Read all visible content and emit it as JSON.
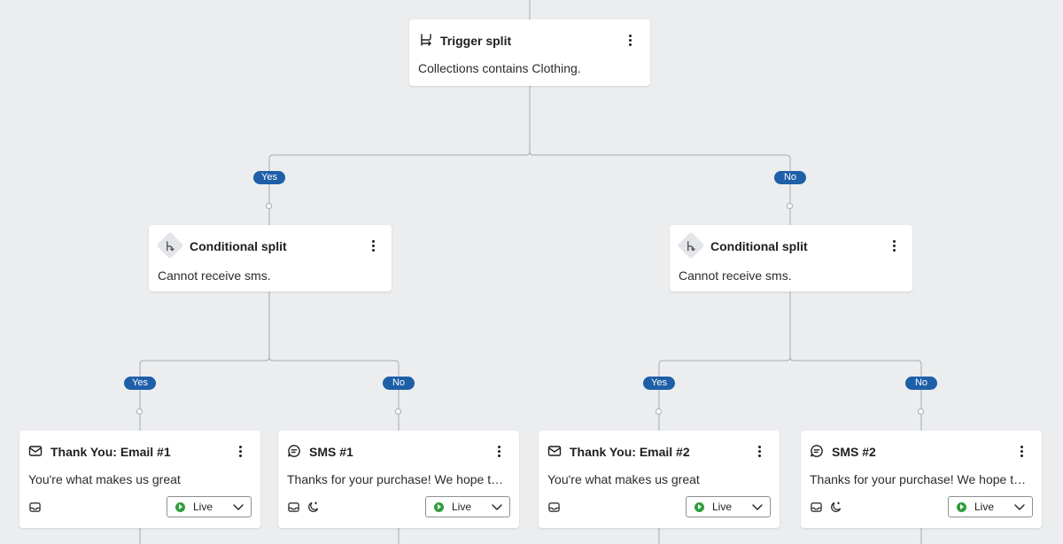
{
  "trigger": {
    "title": "Trigger split",
    "description": "Collections contains Clothing.",
    "icon": "trigger-split-icon"
  },
  "conditional_splits": [
    {
      "title": "Conditional split",
      "description": "Cannot receive sms.",
      "icon": "conditional-split-icon"
    },
    {
      "title": "Conditional split",
      "description": "Cannot receive sms.",
      "icon": "conditional-split-icon"
    }
  ],
  "branch_labels": {
    "yes": "Yes",
    "no": "No"
  },
  "actions": [
    {
      "title": "Thank You: Email #1",
      "description": "You're what makes us great",
      "type": "email",
      "status": "Live"
    },
    {
      "title": "SMS #1",
      "description": "Thanks for your purchase! We hope that ...",
      "type": "sms",
      "status": "Live"
    },
    {
      "title": "Thank You: Email #2",
      "description": "You're what makes us great",
      "type": "email",
      "status": "Live"
    },
    {
      "title": "SMS #2",
      "description": "Thanks for your purchase! We hope that ...",
      "type": "sms",
      "status": "Live"
    }
  ],
  "colors": {
    "background": "#ebedef",
    "pill": "#1e5fa8",
    "live": "#2e9e3c",
    "connector": "#a7abb0"
  }
}
